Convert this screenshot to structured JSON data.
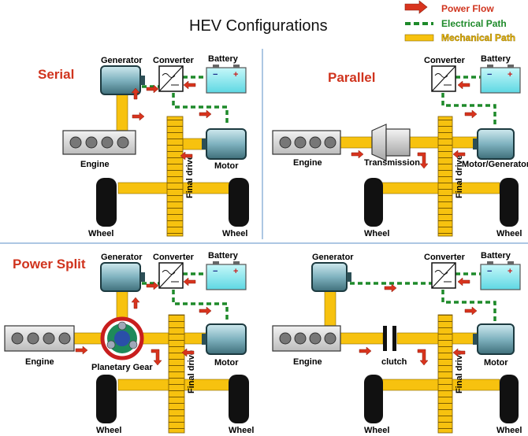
{
  "title": "HEV Configurations",
  "legend": {
    "power_flow": "Power Flow",
    "electrical_path": "Electrical Path",
    "mechanical_path": "Mechanical Path"
  },
  "colors": {
    "power_flow": "#d8341e",
    "electrical_path": "#1e8a2a",
    "mechanical_path": "#f7c20f",
    "config_title": "#d0341e",
    "divider": "#5b8fc7"
  },
  "serial": {
    "name": "Serial",
    "generator": "Generator",
    "converter": "Converter",
    "battery": "Battery",
    "engine": "Engine",
    "motor": "Motor",
    "final_drive": "Final drive",
    "wheel_left": "Wheel",
    "wheel_right": "Wheel"
  },
  "parallel": {
    "name": "Parallel",
    "converter": "Converter",
    "battery": "Battery",
    "engine": "Engine",
    "transmission": "Transmission",
    "motor_generator": "Motor/Generator",
    "final_drive": "Final drive",
    "wheel_left": "Wheel",
    "wheel_right": "Wheel"
  },
  "power_split": {
    "name": "Power Split",
    "generator": "Generator",
    "converter": "Converter",
    "battery": "Battery",
    "engine": "Engine",
    "planetary_gear": "Planetary Gear",
    "motor": "Motor",
    "final_drive": "Final drive",
    "wheel_left": "Wheel",
    "wheel_right": "Wheel"
  },
  "clutch_config": {
    "generator": "Generator",
    "converter": "Converter",
    "battery": "Battery",
    "engine": "Engine",
    "clutch": "clutch",
    "motor": "Motor",
    "final_drive": "Final drive",
    "wheel_left": "Wheel",
    "wheel_right": "Wheel"
  }
}
